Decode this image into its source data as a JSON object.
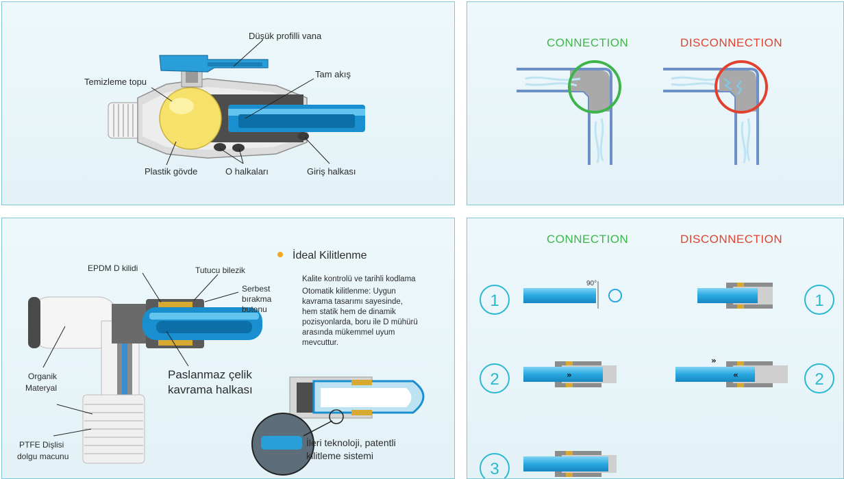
{
  "panel1": {
    "labels": {
      "low_profile_valve": "Düşük profilli vana",
      "cleaning_ball": "Temizleme topu",
      "full_flow": "Tam akış",
      "plastic_body": "Plastik gövde",
      "o_rings": "O halkaları",
      "inlet_ring": "Giriş halkası"
    }
  },
  "panel2": {
    "connection": "CONNECTION",
    "disconnection": "DISCONNECTION"
  },
  "panel3": {
    "epdm": "EPDM D kilidi",
    "retaining_collar": "Tutucu bilezik",
    "release_button": [
      "Serbest",
      "bırakma",
      "butonu"
    ],
    "organic_material": [
      "Organik",
      "Materyal"
    ],
    "ptfe": [
      "PTFE Dişlisi",
      "dolgu macunu"
    ],
    "steel_ring": [
      "Paslanmaz çelik",
      "kavrama halkası"
    ],
    "ideal_lock_title": "İdeal Kilitlenme",
    "quality": "Kalite kontrolü ve tarihli kodlama",
    "auto_lock": [
      "Otomatik kilitlenme: Uygun",
      "kavrama tasarımı sayesinde,",
      "hem statik hem de dinamik",
      "pozisyonlarda, boru ile D mühürü",
      "arasında mükemmel uyum",
      "mevcuttur."
    ],
    "advanced_tech": [
      "İleri teknoloji, patentli",
      "kilitleme sistemi"
    ]
  },
  "panel4": {
    "connection": "CONNECTION",
    "disconnection": "DISCONNECTION",
    "angle": "90°",
    "steps_left": [
      "1",
      "2",
      "3"
    ],
    "steps_right": [
      "1",
      "2"
    ]
  },
  "colors": {
    "border": "#7ec8d6",
    "connection_green": "#3eb54a",
    "disconnection_red": "#e0422f",
    "pipe_blue": "#29a8e0",
    "valve_blue": "#2a9ed8",
    "ball_yellow": "#f6e26a",
    "brass": "#d8a930",
    "step_circle": "#2ab8d0"
  }
}
